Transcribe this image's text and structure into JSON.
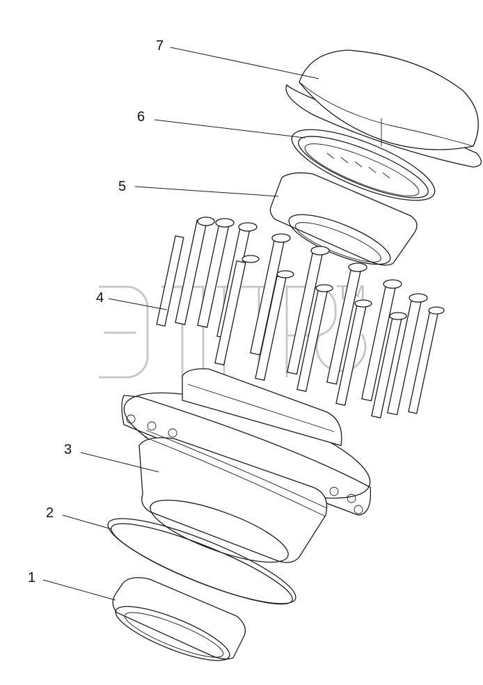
{
  "callouts": {
    "c1": "1",
    "c2": "2",
    "c3": "3",
    "c4": "4",
    "c5": "5",
    "c6": "6",
    "c7": "7"
  },
  "watermark": {
    "logo_letters": "ЭПЕР",
    "tm": "TM"
  },
  "colors": {
    "line": "#1a1a1a",
    "watermark": "#c8c8c8",
    "background": "#ffffff"
  }
}
